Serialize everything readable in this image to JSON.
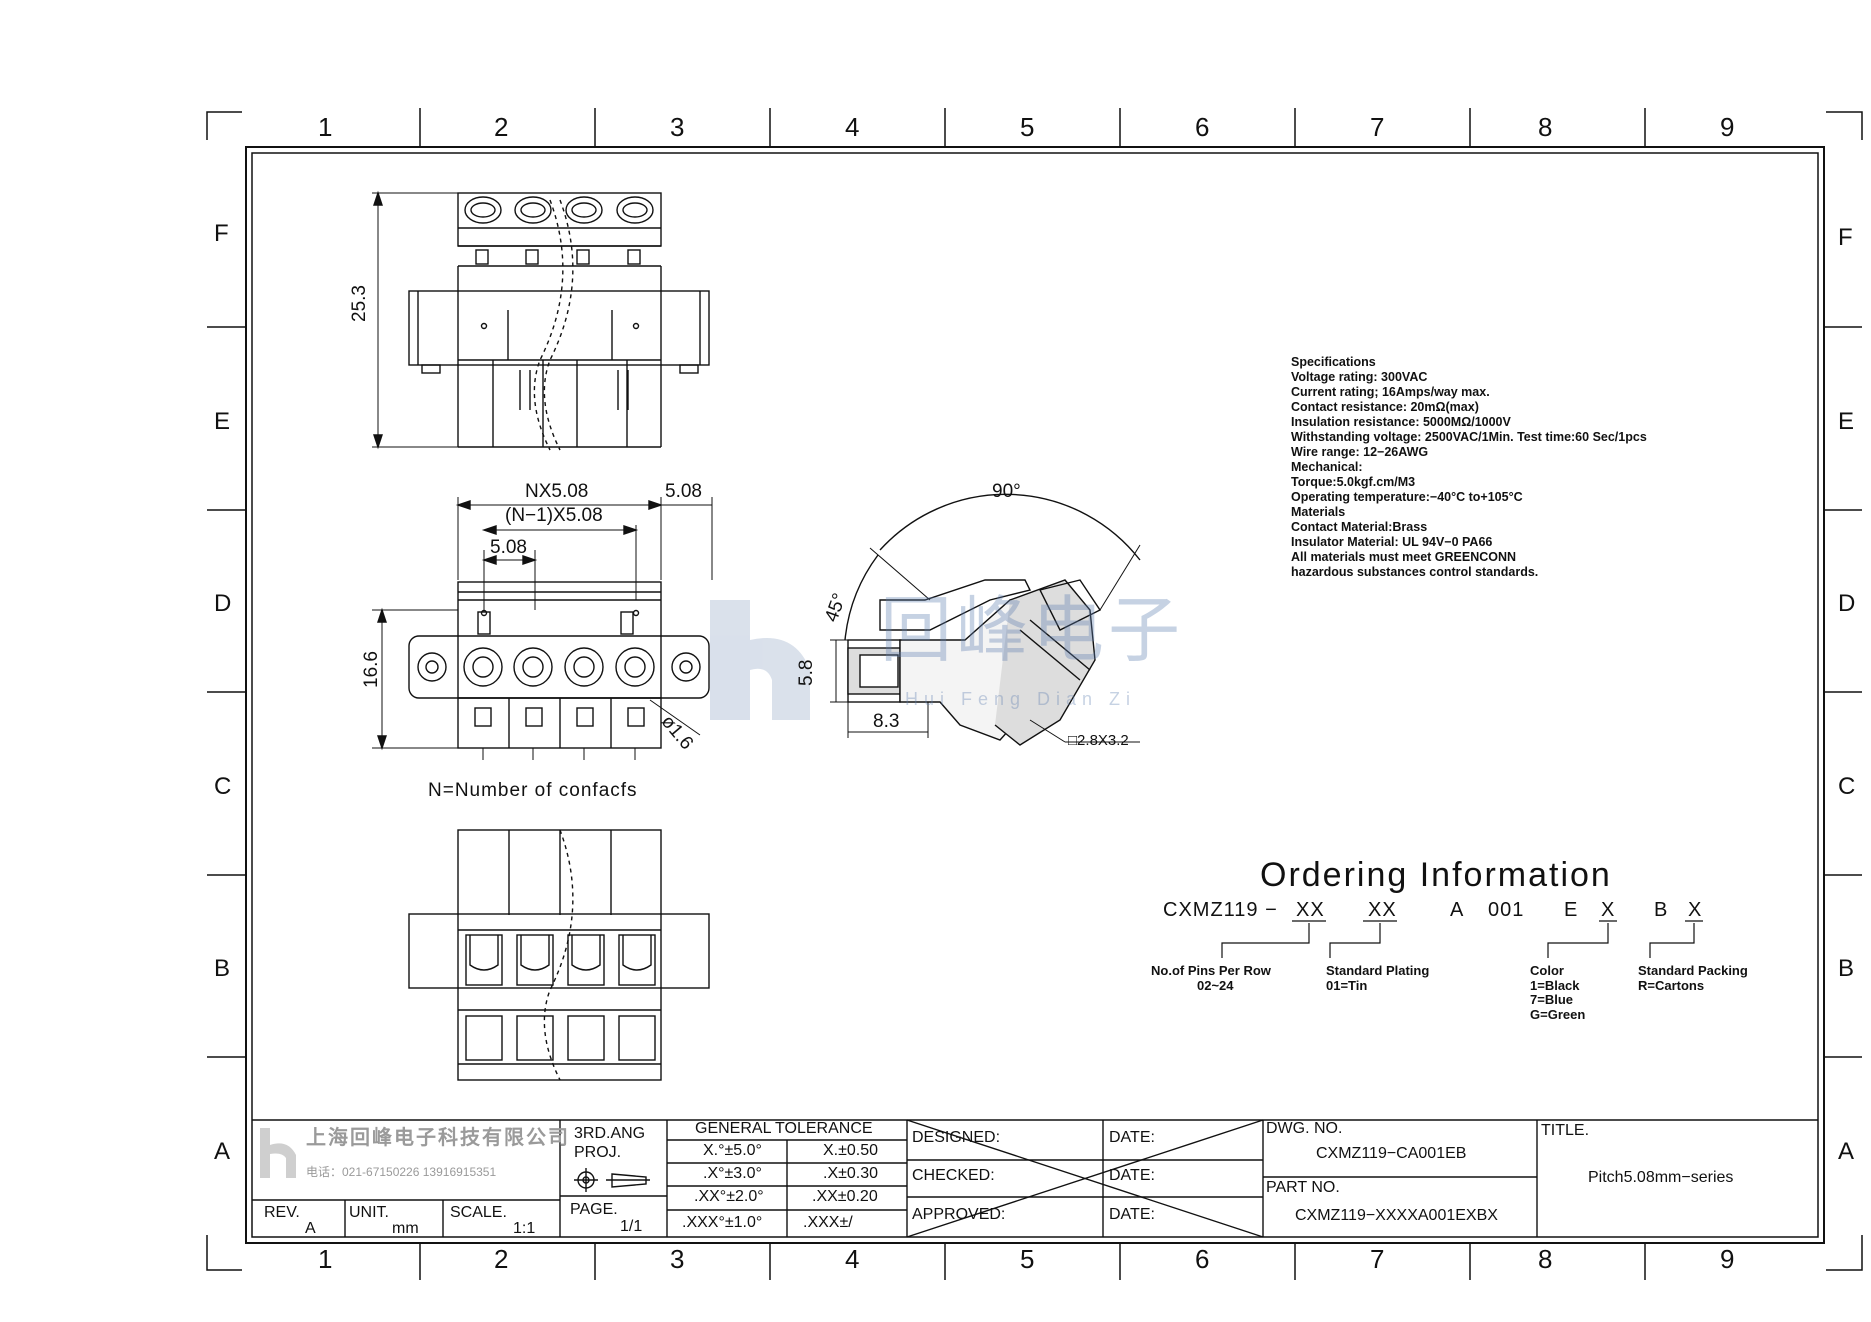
{
  "grid": {
    "columns": [
      "1",
      "2",
      "3",
      "4",
      "5",
      "6",
      "7",
      "8",
      "9"
    ],
    "rows": [
      "F",
      "E",
      "D",
      "C",
      "B",
      "A"
    ]
  },
  "dimensions": {
    "height_top": "25.3",
    "nx": "NX5.08",
    "n1x": "(N−1)X5.08",
    "pitch": "5.08",
    "pitch_right": "5.08",
    "height_mid": "16.6",
    "hole": "ø1.6",
    "angle_90": "90°",
    "angle_45": "45°",
    "side_58": "5.8",
    "side_83": "8.3",
    "pin_size": "□2.8X3.2"
  },
  "note": "N=Number of confacfs",
  "specifications": [
    "Specifications",
    "Voltage rating: 300VAC",
    "Current rating; 16Amps/way max.",
    "Contact resistance: 20mΩ(max)",
    "Insulation resistance: 5000MΩ/1000V",
    "Withstanding voltage: 2500VAC/1Min. Test time:60 Sec/1pcs",
    "Wire range: 12−26AWG",
    "Mechanical:",
    "Torque:5.0kgf.cm/M3",
    "Operating temperature:−40°C to+105°C",
    "Materials",
    "Contact Material:Brass",
    "Insulator Material: UL 94V−0 PA66",
    "All materials must meet GREENCONN",
    "hazardous substances control standards."
  ],
  "ordering": {
    "title": "Ordering Information",
    "code_prefix": "CXMZ119 −",
    "field1": "XX",
    "field2": "XX",
    "code_a": "A",
    "code_001": "001",
    "code_e": "E",
    "field3": "X",
    "code_b": "B",
    "field4": "X",
    "pins_label": "No.of Pins Per Row",
    "pins_value": "02~24",
    "plating_label": "Standard Plating",
    "plating_value": "01=Tin",
    "color_label": "Color",
    "color_values": [
      "1=Black",
      "7=Blue",
      "G=Green"
    ],
    "packing_label": "Standard Packing",
    "packing_value": "R=Cartons"
  },
  "title_block": {
    "company": "上海回峰电子科技有限公司",
    "phone": "电话：021-67150226 13916915351",
    "proj_1": "3RD.ANG",
    "proj_2": "PROJ.",
    "general_tolerance": "GENERAL TOLERANCE",
    "tolerances": [
      [
        "X.°±5.0°",
        "X.±0.50"
      ],
      [
        ".X°±3.0°",
        ".X±0.30"
      ],
      [
        ".XX°±2.0°",
        ".XX±0.20"
      ],
      [
        ".XXX°±1.0°",
        ".XXX±/"
      ]
    ],
    "rev_label": "REV.",
    "rev_value": "A",
    "unit_label": "UNIT.",
    "unit_value": "mm",
    "scale_label": "SCALE.",
    "scale_value": "1:1",
    "page_label": "PAGE.",
    "page_value": "1/1",
    "designed": "DESIGNED:",
    "checked": "CHECKED:",
    "approved": "APPROVED:",
    "date": "DATE:",
    "dwg_label": "DWG. NO.",
    "dwg_value": "CXMZ119−CA001EB",
    "part_label": "PART NO.",
    "part_value": "CXMZ119−XXXXA001EXBX",
    "title_label": "TITLE.",
    "title_value": "Pitch5.08mm−series"
  },
  "watermark": {
    "latin": "Hui Feng Dian Zi",
    "cn": "回峰电子"
  }
}
